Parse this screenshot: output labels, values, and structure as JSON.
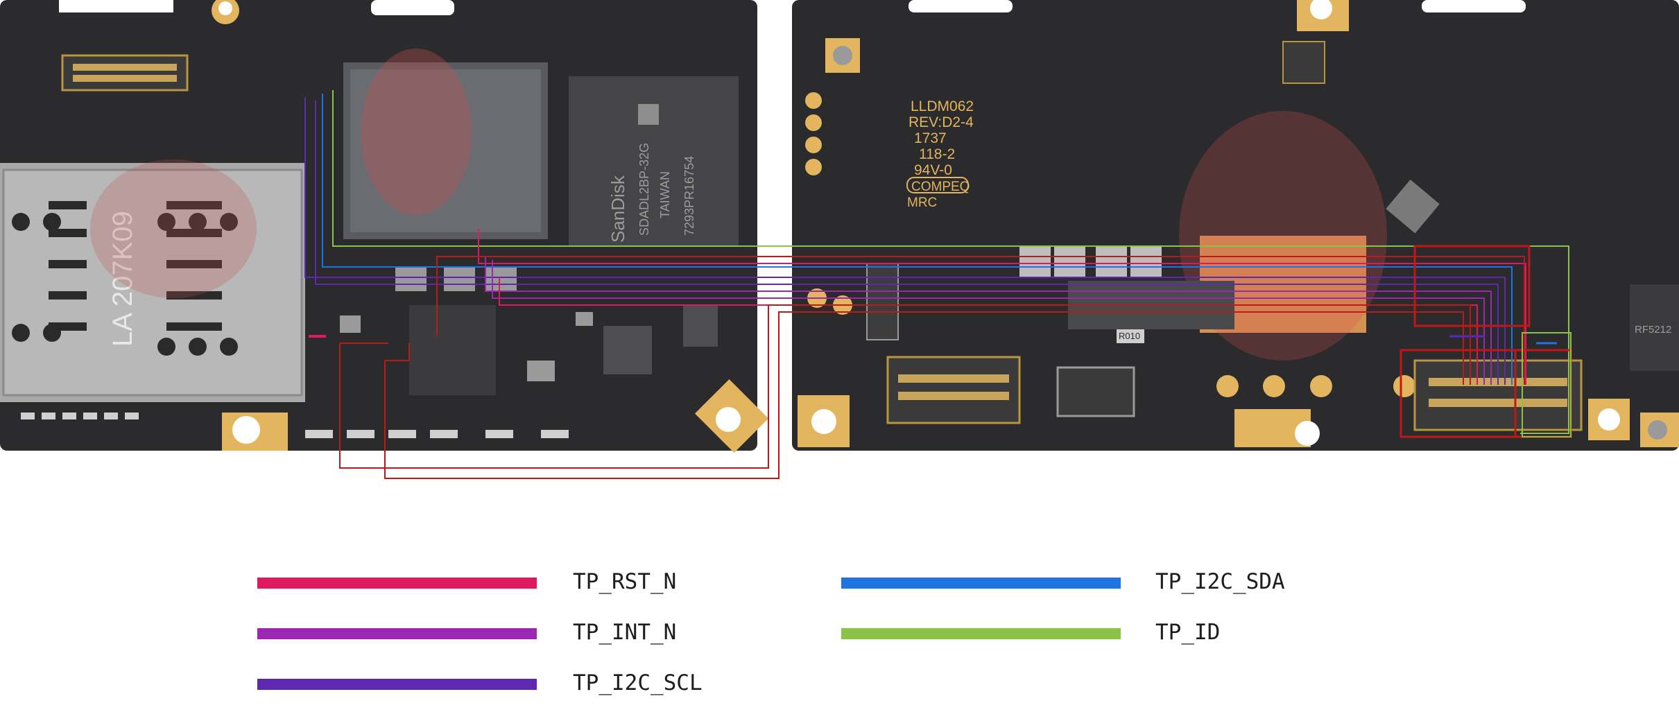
{
  "board": {
    "silkscreen": {
      "line1": "LLDM062",
      "line2": "REV:D2-4",
      "line3": "1737",
      "line4": "118-2",
      "line5": "94V-0",
      "line6": "COMPEQ",
      "line7": "MRC",
      "flash_brand": "SanDisk",
      "flash_part": "SDADL2BP-32G",
      "flash_origin": "TAIWAN",
      "flash_code": "7293PR16754",
      "sim_tray_code": "LA 207K09",
      "resistor_code": "R010",
      "rf_chip_code": "RF5212"
    },
    "colors": {
      "pcb": "#2b2b2d",
      "pad": "#e2b55e",
      "chip": "#3b3b3e"
    }
  },
  "legend": {
    "items": [
      {
        "id": "tp_rst_n",
        "label": "TP_RST_N",
        "color": "#e0185e"
      },
      {
        "id": "tp_int_n",
        "label": "TP_INT_N",
        "color": "#9c27b0"
      },
      {
        "id": "tp_i2c_scl",
        "label": "TP_I2C_SCL",
        "color": "#5e29b1"
      },
      {
        "id": "tp_i2c_sda",
        "label": "TP_I2C_SDA",
        "color": "#1e74e3"
      },
      {
        "id": "tp_id",
        "label": "TP_ID",
        "color": "#8bc34a"
      }
    ],
    "trace_dark_red": "#c01818"
  }
}
